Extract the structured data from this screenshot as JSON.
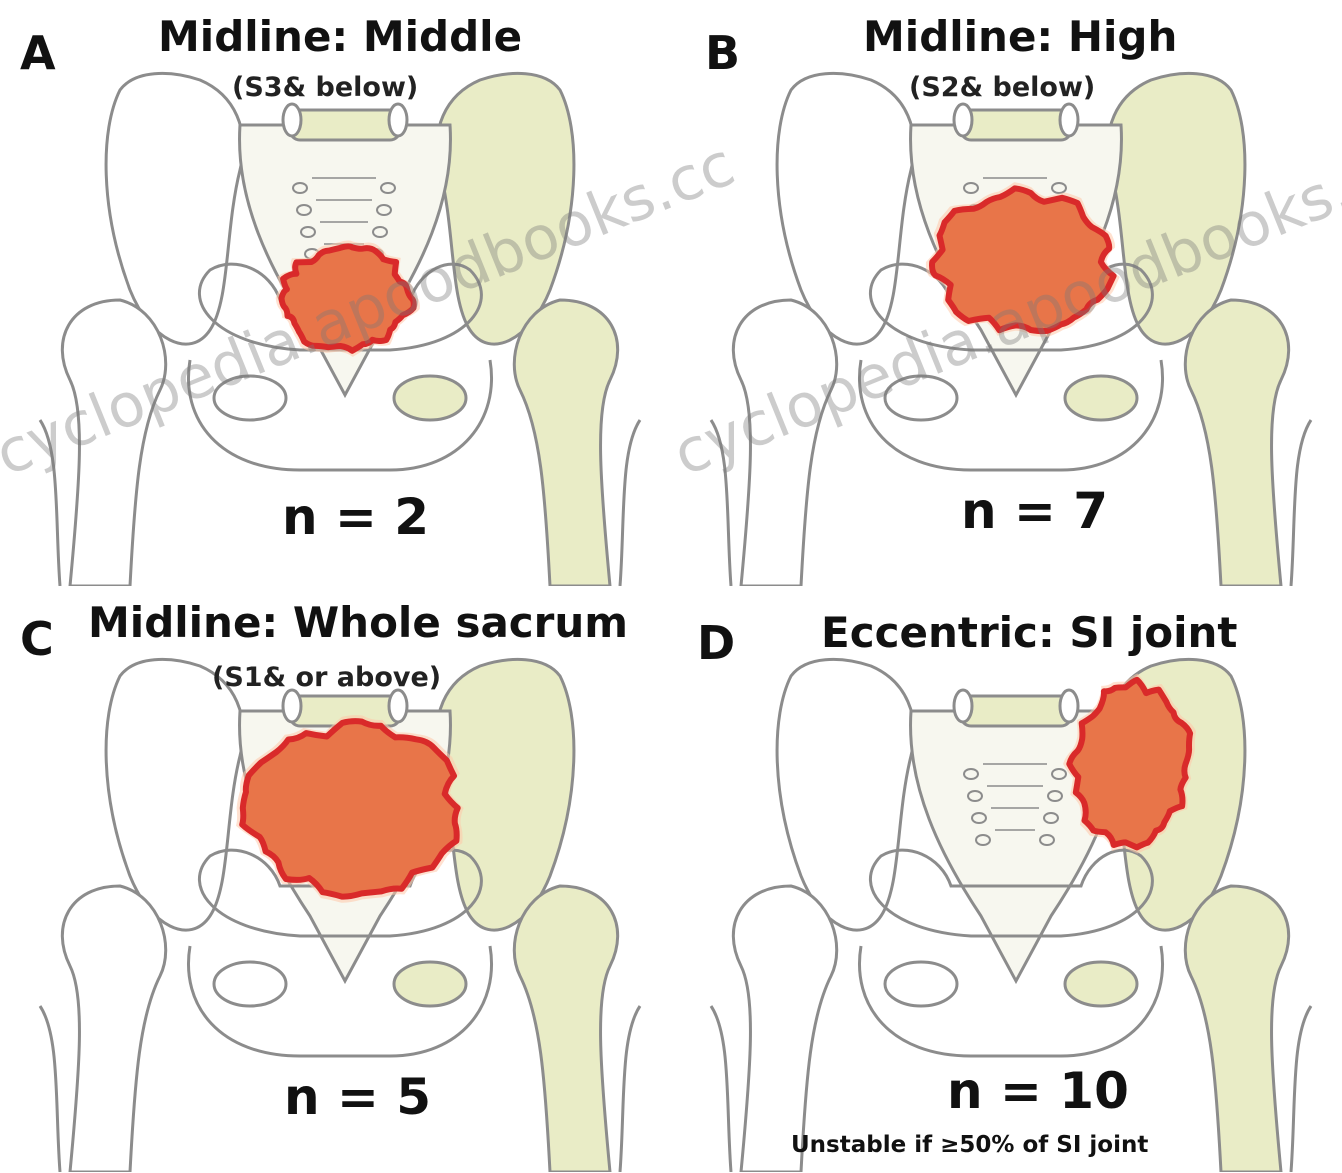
{
  "panels": [
    {
      "letter": "A",
      "title": "Midline: Middle",
      "subtitle": "(S3& below)",
      "count": "n = 2",
      "note": "",
      "tumor": "middle"
    },
    {
      "letter": "B",
      "title": "Midline: High",
      "subtitle": "(S2& below)",
      "count": "n = 7",
      "note": "",
      "tumor": "high"
    },
    {
      "letter": "C",
      "title": "Midline: Whole sacrum",
      "subtitle": "(S1& or above)",
      "count": "n = 5",
      "note": "",
      "tumor": "whole"
    },
    {
      "letter": "D",
      "title": "Eccentric: SI joint",
      "subtitle": "",
      "count": "n = 10",
      "note": "Unstable if ≥50% of SI joint",
      "tumor": "si"
    }
  ],
  "watermark": {
    "left": "cyclopedia.apoodbooks.cc",
    "right": "cyclopedia.apoodbooks.cc"
  },
  "colors": {
    "bone_outline": "#8c8c8c",
    "bone_fill_left": "#ffffff",
    "bone_fill_right": "#e9ecc6",
    "tumor_fill": "#e87549",
    "tumor_edge": "#d92a2a"
  }
}
